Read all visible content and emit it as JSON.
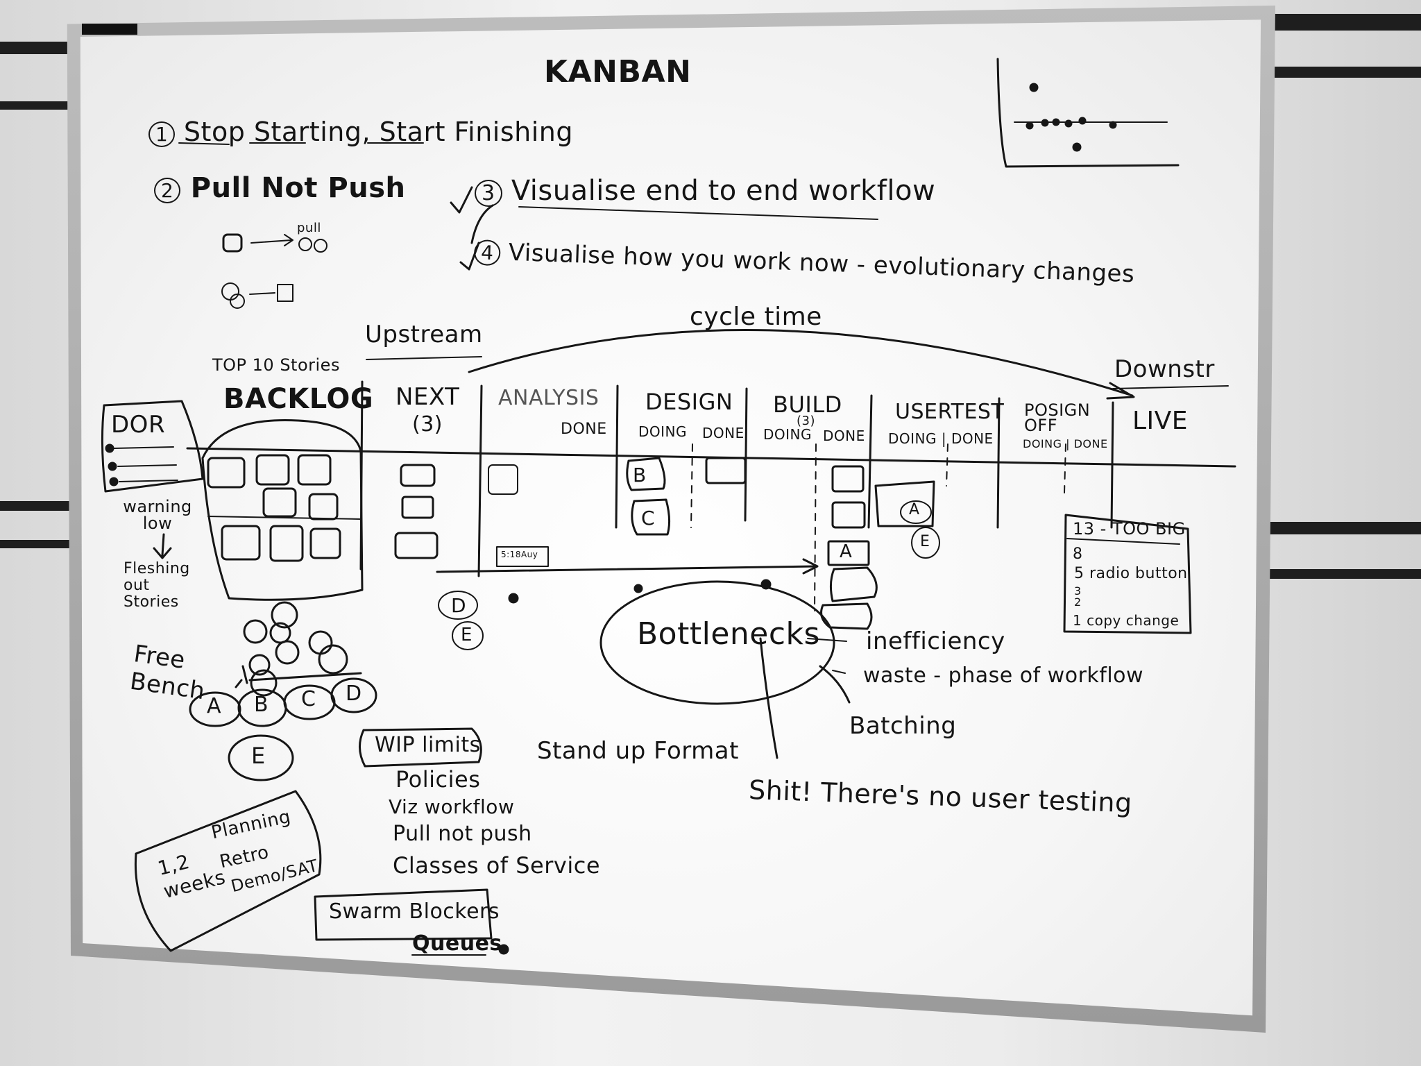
{
  "title": "KANBAN",
  "principles": [
    {
      "num": "1",
      "text": "Stop Starting, Start Finishing"
    },
    {
      "num": "2",
      "text": "Pull Not Push"
    },
    {
      "num": "3",
      "text": "Visualise end to end workflow"
    },
    {
      "num": "4",
      "text": "Visualise how you work now - evolutionary changes"
    }
  ],
  "pull_label": "pull",
  "cycle_time": "cycle time",
  "upstream": "Upstream",
  "downstream": "Downstr",
  "top_stories": "TOP 10 Stories",
  "columns": {
    "backlog": "BACKLOG",
    "next": "NEXT",
    "next_limit": "(3)",
    "analysis": "ANALYSIS",
    "analysis_done": "DONE",
    "design": "DESIGN",
    "design_doing": "DOING",
    "design_done": "DONE",
    "build": "BUILD",
    "build_limit": "(3)",
    "build_doing": "DOING",
    "build_done": "DONE",
    "usertest": "USERTEST",
    "usertest_sub": "DOING | DONE",
    "signoff": "POSIGN OFF",
    "signoff_sub": "DOING | DONE",
    "live": "LIVE"
  },
  "dor": "DOR",
  "warning_low": "warning low",
  "fleshing": "Fleshing out Stories",
  "free_bench": "Free Bench",
  "bench_letters": [
    "A",
    "B",
    "C",
    "D",
    "E"
  ],
  "card_letters": {
    "b": "B",
    "c": "C",
    "a": "A",
    "d": "D",
    "e": "E"
  },
  "small_card": "5:18Auy",
  "too_big": {
    "title": "13 - TOO BIG",
    "items": [
      "8",
      "5 radio button",
      "3",
      "2",
      "1 copy change"
    ]
  },
  "bottlenecks": "Bottlenecks",
  "bottleneck_notes": [
    "inefficiency",
    "waste - phase of workflow",
    "Batching"
  ],
  "standup": "Stand up Format",
  "no_testing": "Shit! There's no user testing",
  "wip_list": [
    "WIP limits",
    "Policies",
    "Viz workflow",
    "Pull not push",
    "Classes of Service"
  ],
  "swarm": "Swarm Blockers",
  "queues": "Queues",
  "cadence": {
    "weeks": "1,2 weeks",
    "items": [
      "Planning",
      "Retro",
      "Demo/SAT"
    ]
  }
}
